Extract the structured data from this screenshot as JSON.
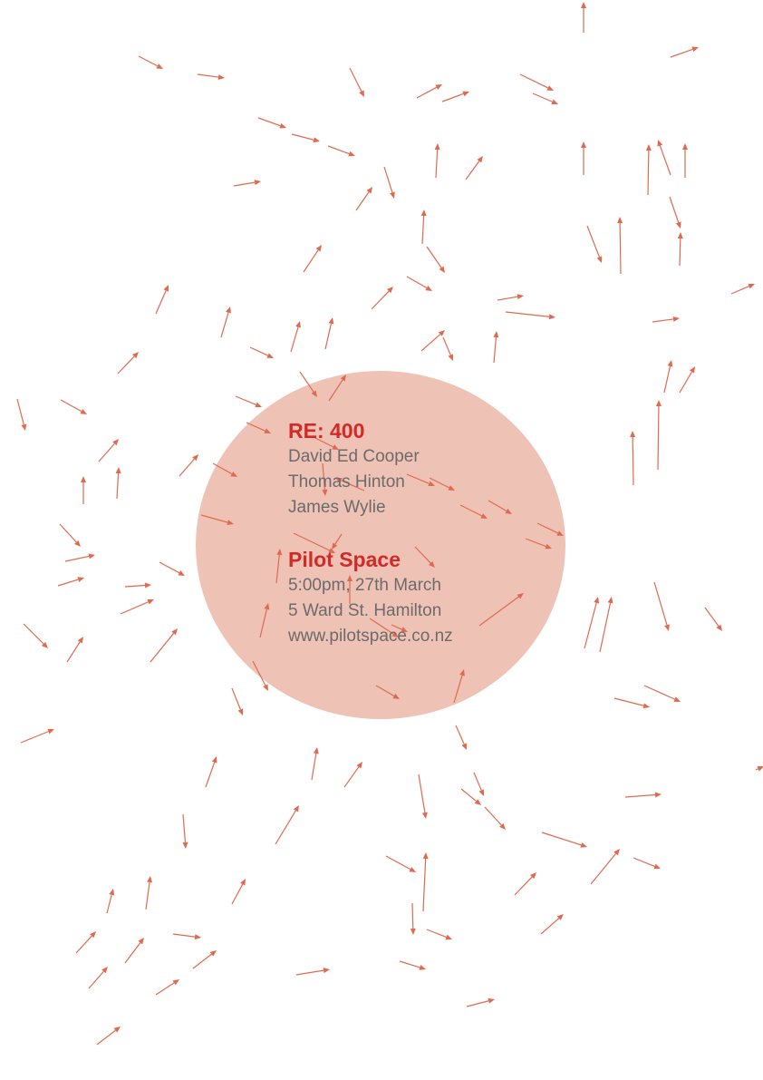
{
  "event": {
    "title": "RE: 400",
    "artists": [
      "David Ed Cooper",
      "Thomas Hinton",
      "James Wylie"
    ],
    "venue": "Pilot Space",
    "time_date": "5:00pm, 27th March",
    "address": "5 Ward St. Hamilton",
    "website": "www.pilotspace.co.nz"
  },
  "colors": {
    "background": "#ffffff",
    "circle": "#efc2b6",
    "heading": "#d32a27",
    "body_text": "#6c6b6b",
    "arrow": "#e06a4f"
  },
  "decoration": {
    "arrow_icon": "arrow-icon"
  }
}
